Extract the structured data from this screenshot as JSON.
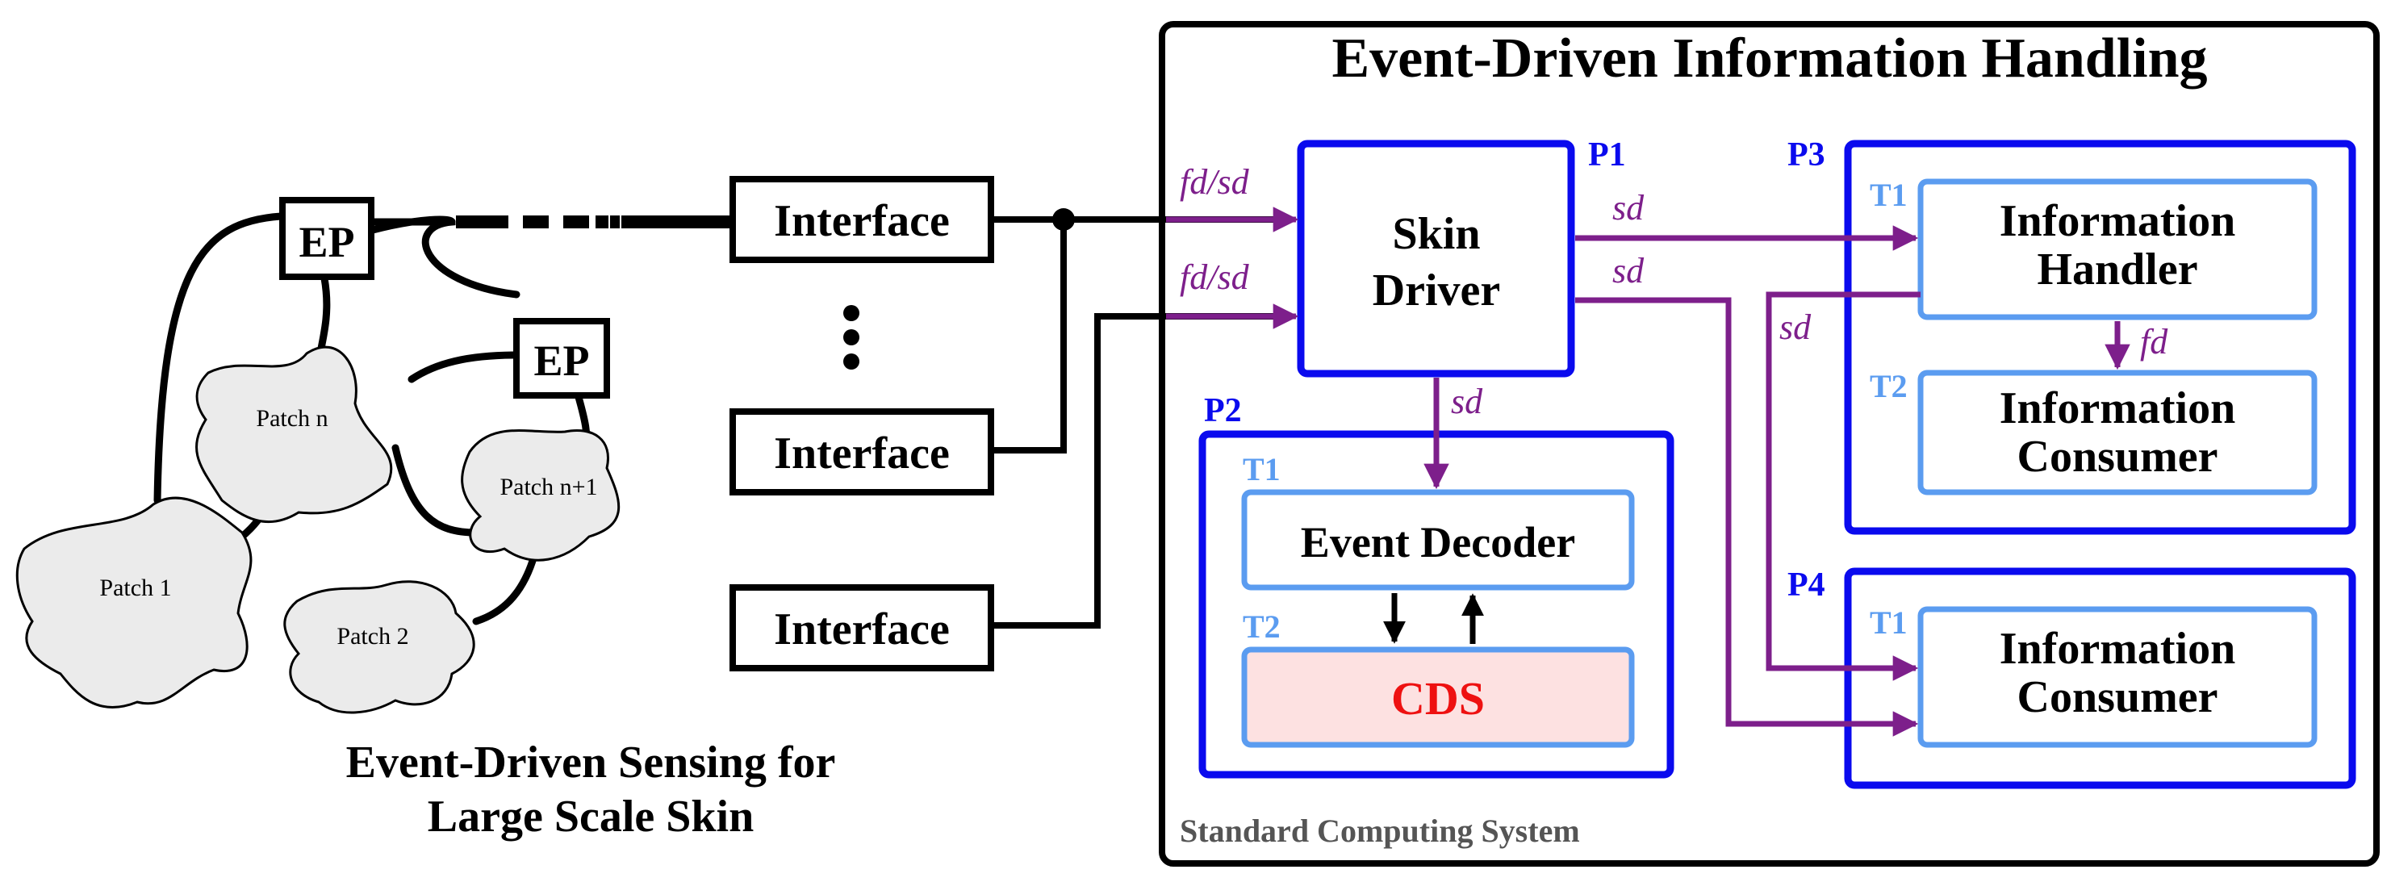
{
  "sensing": {
    "ep_labels": [
      "EP",
      "EP"
    ],
    "patches": [
      "Patch n",
      "Patch n+1",
      "Patch 1",
      "Patch 2"
    ],
    "caption_line1": "Event-Driven Sensing for",
    "caption_line2": "Large Scale Skin"
  },
  "interfaces": {
    "labels": [
      "Interface",
      "Interface",
      "Interface"
    ],
    "vertical_dots": "⋮"
  },
  "handling": {
    "title": "Event-Driven Information Handling",
    "footer": "Standard Computing System",
    "skin_driver": {
      "process": "P1",
      "line1": "Skin",
      "line2": "Driver"
    },
    "p2": {
      "process": "P2",
      "t1": "T1",
      "event_decoder": "Event Decoder",
      "t2": "T2",
      "cds": "CDS"
    },
    "p3": {
      "process": "P3",
      "t1": "T1",
      "handler_line1": "Information",
      "handler_line2": "Handler",
      "t2": "T2",
      "consumer_line1": "Information",
      "consumer_line2": "Consumer"
    },
    "p4": {
      "process": "P4",
      "t1": "T1",
      "consumer_line1": "Information",
      "consumer_line2": "Consumer"
    }
  },
  "signals": {
    "in_top": "fd/sd",
    "in_bottom": "fd/sd",
    "to_p3_handler": "sd",
    "to_p4_consumer": "sd",
    "handler_to_p4": "sd",
    "driver_to_p2": "sd",
    "handler_to_consumer": "fd"
  },
  "colors": {
    "black": "#000000",
    "process_blue": "#0a0aee",
    "task_blue": "#5b9cf0",
    "signal_purple": "#7d1f8b",
    "cds_fill": "#fde1e1",
    "cds_text": "#ee1111",
    "patch_fill": "#ebebeb",
    "footer_gray": "#555555"
  }
}
